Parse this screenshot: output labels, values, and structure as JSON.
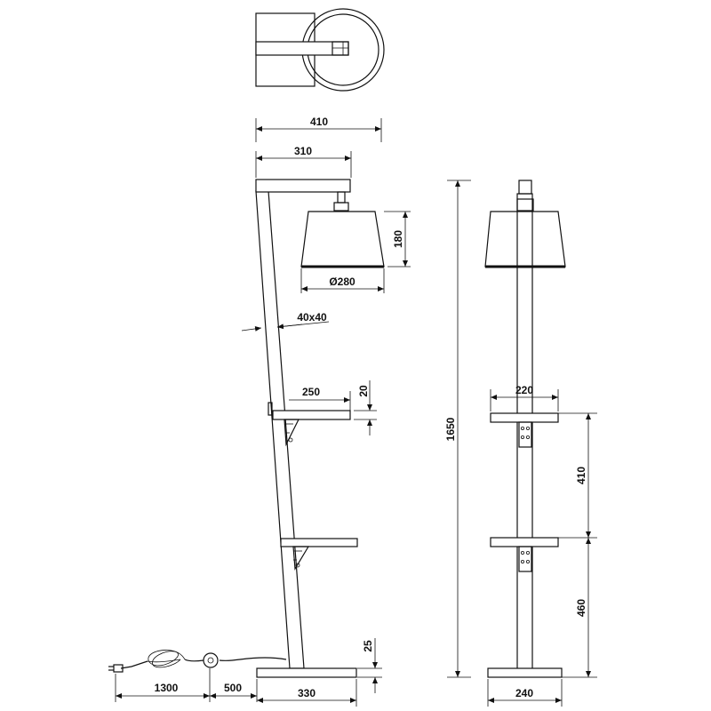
{
  "dimensions": {
    "top_total_width": "410",
    "arm_width": "310",
    "shade_height": "180",
    "shade_diameter": "Ø280",
    "pole_section": "40x40",
    "shelf_side_width": "250",
    "shelf_thickness": "20",
    "total_height": "1650",
    "shelf_front_width": "220",
    "shelf_gap_upper": "410",
    "shelf_gap_lower": "460",
    "base_thickness": "25",
    "cable_length": "1300",
    "switch_to_base": "500",
    "base_side_width": "330",
    "base_front_width": "240"
  },
  "colors": {
    "line": "#111111",
    "background": "#ffffff"
  }
}
